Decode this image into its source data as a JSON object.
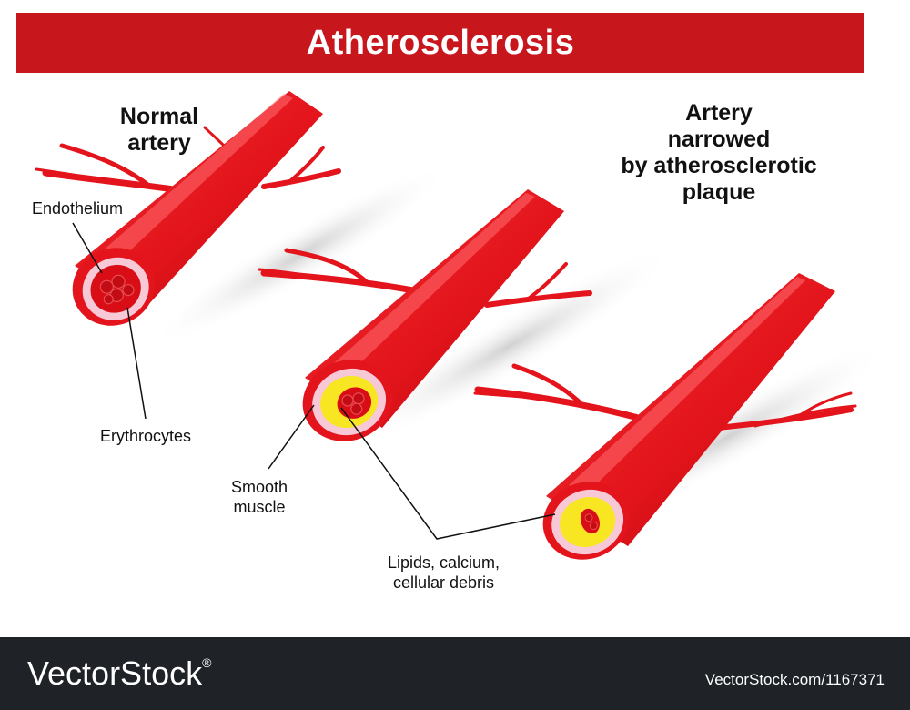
{
  "title": "Atherosclerosis",
  "headings": {
    "normal": [
      "Normal",
      "artery"
    ],
    "narrowed": [
      "Artery",
      "narrowed",
      "by atherosclerotic",
      "plaque"
    ]
  },
  "labels": {
    "endothelium": "Endothelium",
    "erythrocytes": "Erythrocytes",
    "smooth_muscle": [
      "Smooth",
      "muscle"
    ],
    "lipids": [
      "Lipids, calcium,",
      "cellular debris"
    ]
  },
  "footer": {
    "brand": "VectorStock",
    "registered": "®",
    "stock_id": "VectorStock.com/1167371"
  },
  "colors": {
    "banner": "#c8161d",
    "artery": "#e3141b",
    "artery_shadow": "#b50c12",
    "wall": "#f7c9d6",
    "lumen": "#d80d15",
    "plaque": "#f8e622",
    "footer": "#1f2328"
  }
}
